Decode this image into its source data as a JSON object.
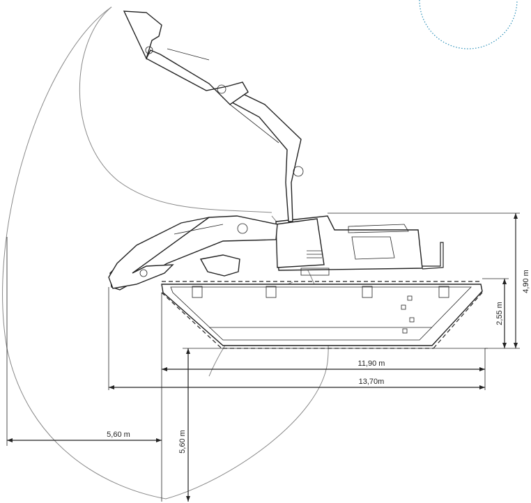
{
  "dimensions": {
    "height_total": "4,90 m",
    "track_height": "2,55 m",
    "track_length": "11,90 m",
    "overall_length": "13,70m",
    "reach_horizontal": "5,60 m",
    "dig_depth": "5,60 m"
  },
  "colors": {
    "line": "#222222",
    "arc": "#888888",
    "accent_dotted": "#2a8fb8"
  }
}
